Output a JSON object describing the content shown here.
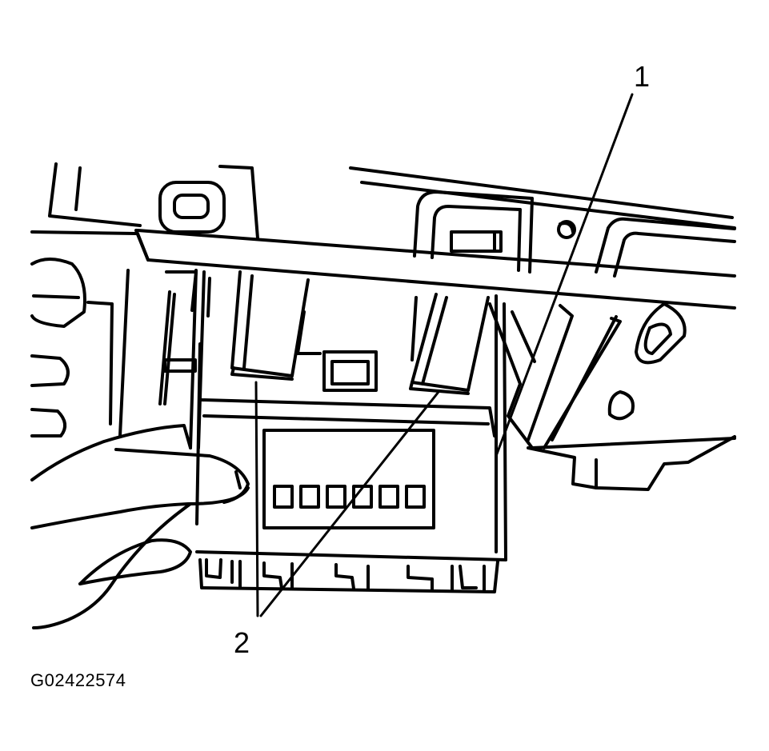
{
  "callouts": {
    "one": "1",
    "two": "2"
  },
  "figure_id": "G02422574"
}
